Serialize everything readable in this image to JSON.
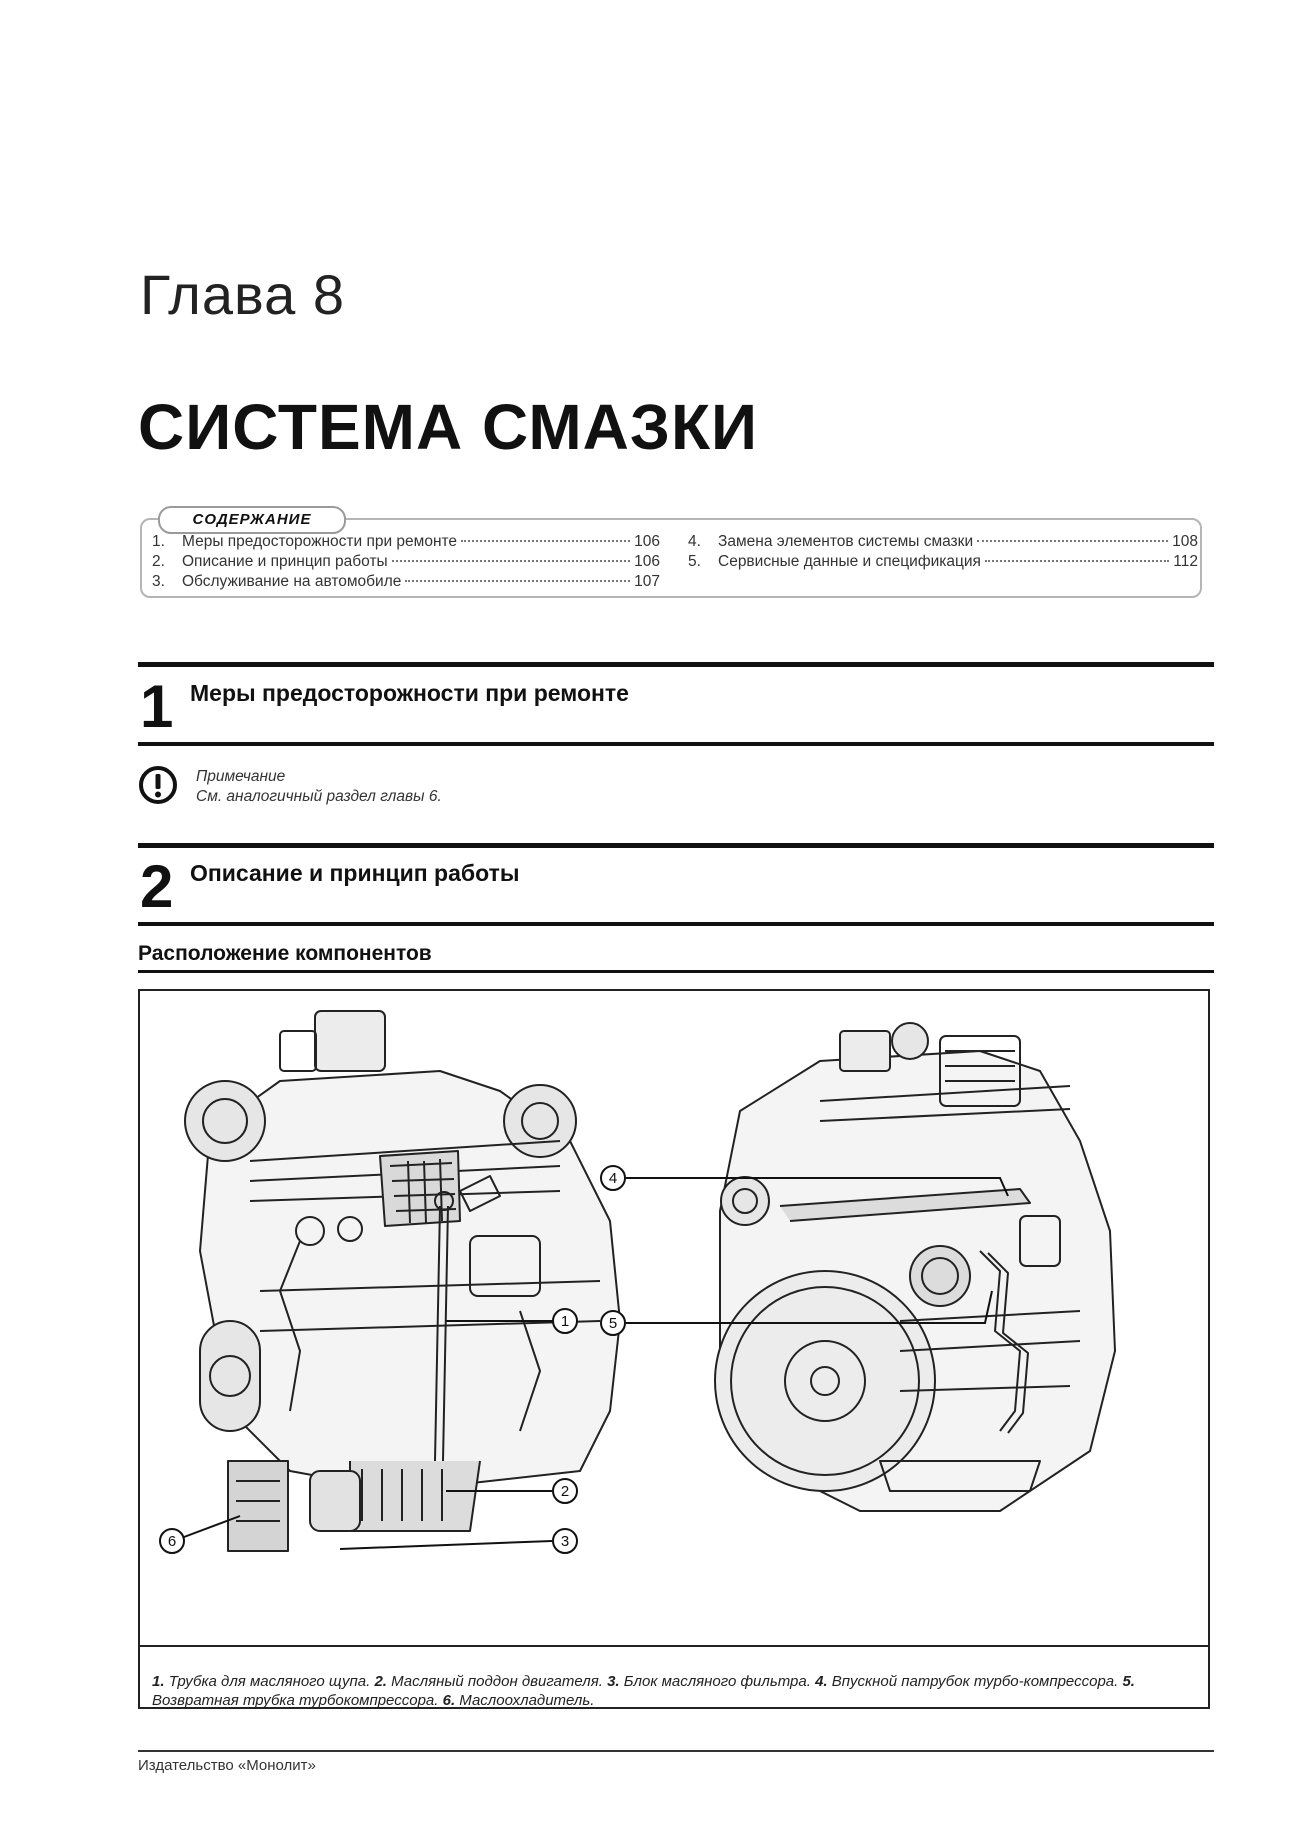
{
  "chapter": "Глава 8",
  "title": "СИСТЕМА СМАЗКИ",
  "toc": {
    "label": "СОДЕРЖАНИЕ",
    "items": [
      {
        "num": "1.",
        "text": "Меры предосторожности при ремонте",
        "page": "106"
      },
      {
        "num": "2.",
        "text": "Описание и принцип работы",
        "page": "106"
      },
      {
        "num": "3.",
        "text": "Обслуживание на автомобиле",
        "page": "107"
      },
      {
        "num": "4.",
        "text": "Замена элементов системы смазки",
        "page": "108"
      },
      {
        "num": "5.",
        "text": "Сервисные данные и спецификация",
        "page": "112"
      }
    ]
  },
  "sections": [
    {
      "num": "1",
      "title": "Меры предосторожности при ремонте"
    },
    {
      "num": "2",
      "title": "Описание и принцип работы"
    }
  ],
  "note": {
    "label": "Примечание",
    "text": "См. аналогичный раздел главы 6."
  },
  "subsection": "Расположение компонентов",
  "figure": {
    "callouts": [
      "1",
      "2",
      "3",
      "4",
      "5",
      "6"
    ],
    "caption": [
      {
        "num": "1.",
        "text": "Трубка для масляного щупа."
      },
      {
        "num": "2.",
        "text": "Масляный поддон двигателя."
      },
      {
        "num": "3.",
        "text": "Блок масляного фильтра."
      },
      {
        "num": "4.",
        "text": "Впускной патрубок турбо-компрессора."
      },
      {
        "num": "5.",
        "text": "Возвратная трубка турбокомпрессора."
      },
      {
        "num": "6.",
        "text": "Маслоохладитель."
      }
    ]
  },
  "footer": {
    "publisher": "Издательство «Монолит»"
  }
}
